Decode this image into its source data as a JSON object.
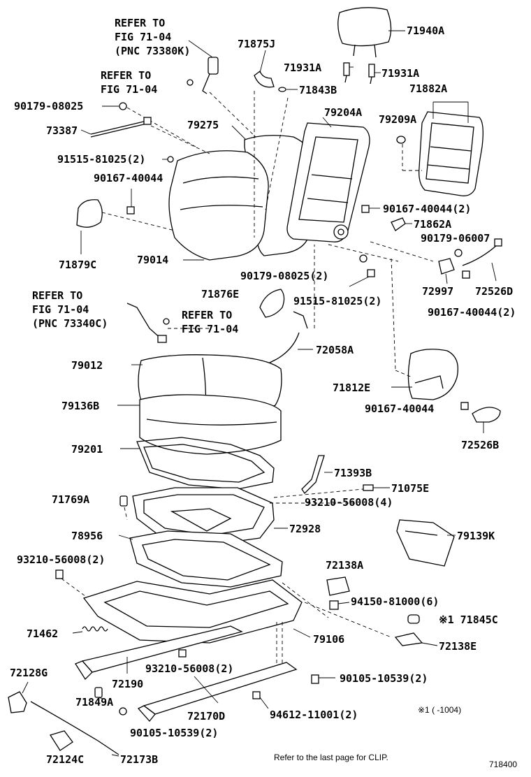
{
  "labels": {
    "refer_7104_pnc73380k": [
      "REFER TO",
      "FIG 71-04",
      "(PNC 73380K)"
    ],
    "refer_7104_a": [
      "REFER TO",
      "FIG 71-04"
    ],
    "refer_7104_pnc73340c": [
      "REFER TO",
      "FIG 71-04",
      "(PNC 73340C)"
    ],
    "refer_7104_b": [
      "REFER TO",
      "FIG 71-04"
    ],
    "p71940A": "71940A",
    "p71875J": "71875J",
    "p71931A_1": "71931A",
    "p71931A_2": "71931A",
    "p71843B": "71843B",
    "p71882A": "71882A",
    "p90179_08025": "90179-08025",
    "p79204A": "79204A",
    "p79209A": "79209A",
    "p73387": "73387",
    "p79275": "79275",
    "p91515_81025_2a": "91515-81025(2)",
    "p90167_40044_a": "90167-40044",
    "p90167_40044_2a": "90167-40044(2)",
    "p71862A": "71862A",
    "p90179_06007": "90179-06007",
    "p71879C": "71879C",
    "p79014": "79014",
    "p90179_08025_2": "90179-08025(2)",
    "p72997": "72997",
    "p72526D": "72526D",
    "p71876E": "71876E",
    "p91515_81025_2b": "91515-81025(2)",
    "p90167_40044_2b": "90167-40044(2)",
    "p72058A": "72058A",
    "p79012": "79012",
    "p71812E": "71812E",
    "p79136B": "79136B",
    "p90167_40044_b": "90167-40044",
    "p72526B": "72526B",
    "p79201": "79201",
    "p71393B": "71393B",
    "p71075E": "71075E",
    "p71769A": "71769A",
    "p93210_56008_4": "93210-56008(4)",
    "p72928": "72928",
    "p78956": "78956",
    "p79139K": "79139K",
    "p93210_56008_2a": "93210-56008(2)",
    "p72138A": "72138A",
    "p94150_81000_6": "94150-81000(6)",
    "p71845C": "※1 71845C",
    "p71462": "71462",
    "p79106": "79106",
    "p72138E": "72138E",
    "p93210_56008_2b": "93210-56008(2)",
    "p72128G": "72128G",
    "p72190": "72190",
    "p90105_10539_2a": "90105-10539(2)",
    "p71849A": "71849A",
    "p72170D": "72170D",
    "p94612_11001_2": "94612-11001(2)",
    "p90105_10539_2b": "90105-10539(2)",
    "p72124C": "72124C",
    "p72173B": "72173B",
    "note_range": "※1 (    -1004)"
  },
  "footer": {
    "note": "Refer to the last page for CLIP.",
    "figure_number": "718400"
  }
}
